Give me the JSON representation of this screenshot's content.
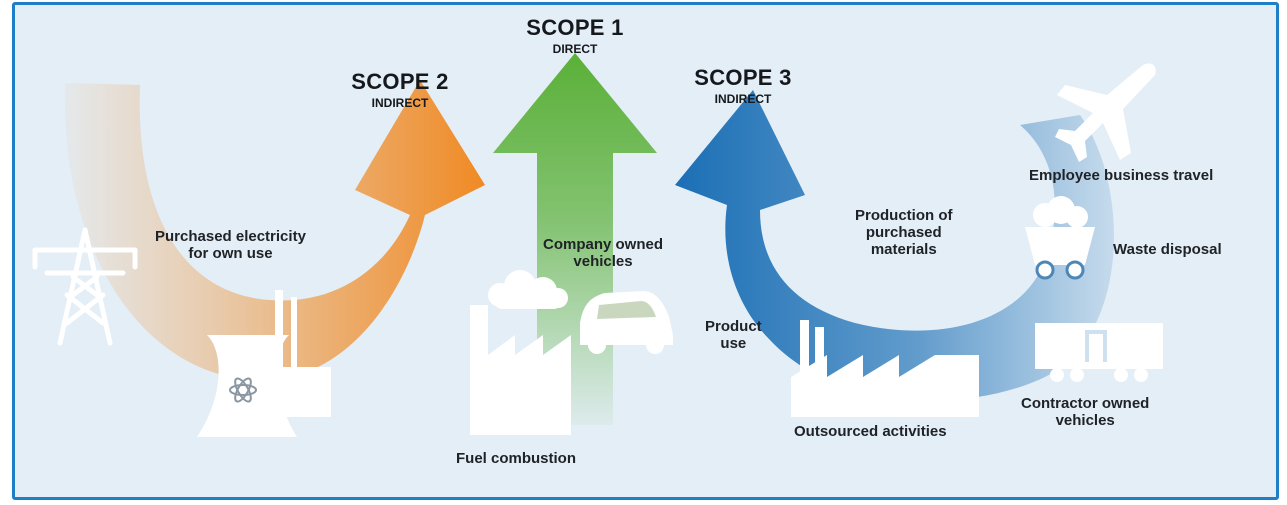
{
  "colors": {
    "background": "#e4eef6",
    "border": "#1e7fc8",
    "scope1": "#5ab038",
    "scope2": "#f08a24",
    "scope3": "#1b6fb5",
    "icon": "#ffffff"
  },
  "scopes": [
    {
      "id": "scope-1",
      "title": "SCOPE 1",
      "subtitle": "DIRECT"
    },
    {
      "id": "scope-2",
      "title": "SCOPE 2",
      "subtitle": "INDIRECT"
    },
    {
      "id": "scope-3",
      "title": "SCOPE 3",
      "subtitle": "INDIRECT"
    }
  ],
  "labels": {
    "purchased_electricity": "Purchased electricity\nfor own use",
    "company_vehicles": "Company owned\nvehicles",
    "fuel_combustion": "Fuel combustion",
    "product_use": "Product\nuse",
    "production_materials": "Production of\npurchased\nmaterials",
    "outsourced_activities": "Outsourced activities",
    "employee_travel": "Employee business travel",
    "waste_disposal": "Waste disposal",
    "contractor_vehicles": "Contractor owned\nvehicles"
  },
  "icons": [
    "power-pylon-icon",
    "nuclear-plant-icon",
    "factory-icon",
    "cloud-icon",
    "car-icon",
    "outsourced-factory-icon",
    "airplane-icon",
    "waste-cart-icon",
    "freight-wagon-icon"
  ]
}
